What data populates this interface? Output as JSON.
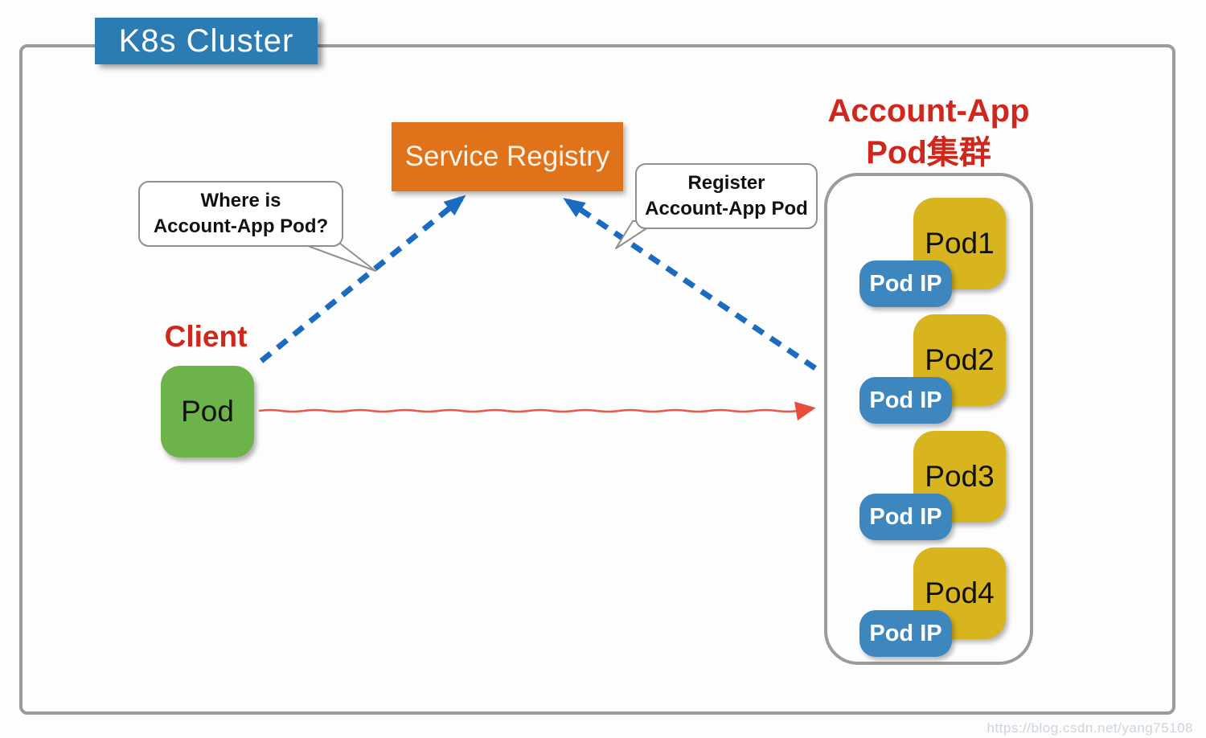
{
  "k8s": {
    "title": "K8s Cluster"
  },
  "registry": {
    "label": "Service Registry"
  },
  "bubbles": {
    "where_is": {
      "line1": "Where is",
      "line2": "Account-App Pod?"
    },
    "register": {
      "line1": "Register",
      "line2": "Account-App Pod"
    }
  },
  "client": {
    "label": "Client",
    "pod": "Pod"
  },
  "account_app": {
    "title_line1": "Account-App",
    "title_line2": "Pod集群",
    "pods": [
      {
        "name": "Pod1",
        "ip": "Pod IP"
      },
      {
        "name": "Pod2",
        "ip": "Pod IP"
      },
      {
        "name": "Pod3",
        "ip": "Pod IP"
      },
      {
        "name": "Pod4",
        "ip": "Pod IP"
      }
    ]
  },
  "watermark": "https://blog.csdn.net/yang75108",
  "colors": {
    "k8s_title_bg": "#2b7cb3",
    "registry_bg": "#e0731a",
    "client_pod_bg": "#6cb44a",
    "pod_bg": "#d8b41e",
    "pod_ip_bg": "#3d86be",
    "red_label": "#d0271d",
    "blue_arrow": "#1b6cc0",
    "red_arrow": "#e8584a",
    "border_gray": "#9b9b9b"
  }
}
